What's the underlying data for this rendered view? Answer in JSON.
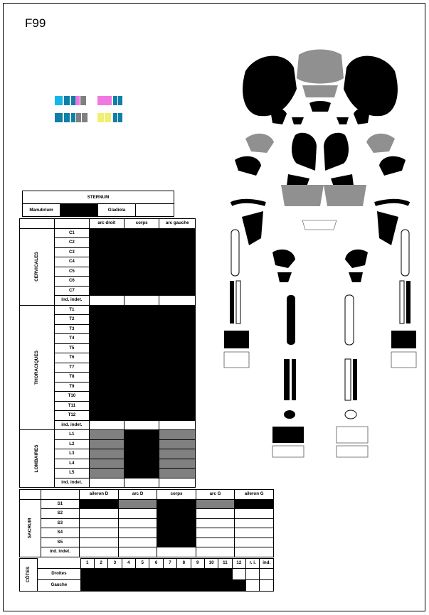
{
  "title": "F99",
  "sternum": {
    "header": "STERNUM",
    "manubrium_label": "Manubrium",
    "gladiola_label": "Gladiola"
  },
  "vertebrae": {
    "columns": [
      "arc droit",
      "corps",
      "arc gauche"
    ],
    "cervicales": {
      "label": "CERVICALES",
      "rows": [
        "C1",
        "C2",
        "C3",
        "C4",
        "C5",
        "C6",
        "C7",
        "ind. indet."
      ]
    },
    "thoraciques": {
      "label": "THORACIQUES",
      "rows": [
        "T1",
        "T2",
        "T3",
        "T4",
        "T5",
        "T6",
        "T7",
        "T8",
        "T9",
        "T10",
        "T11",
        "T12",
        "ind. indet."
      ]
    },
    "lombaires": {
      "label": "LOMBAIRES",
      "rows": [
        "L1",
        "L2",
        "L3",
        "L4",
        "L5",
        "ind. indet."
      ]
    }
  },
  "sacrum": {
    "label": "SACRUM",
    "columns": [
      "aileron D",
      "arc D",
      "corps",
      "arc G",
      "aileron G"
    ],
    "rows": [
      "S1",
      "S2",
      "S3",
      "S4",
      "S5",
      "ind. indet."
    ]
  },
  "cotes": {
    "label": "CÔTES",
    "columns": [
      "1",
      "2",
      "3",
      "4",
      "5",
      "6",
      "7",
      "8",
      "9",
      "10",
      "11",
      "12",
      "r. i.",
      "ind."
    ],
    "rows": [
      "Droites",
      "Gauche"
    ]
  },
  "colors": {
    "present": "#000000",
    "partial": "#808080",
    "absent": "#ffffff",
    "mini_blue": "#0e7fa8",
    "mini_pink": "#f078e0",
    "mini_cyan": "#12b8e8",
    "mini_yellow": "#f0f070"
  }
}
